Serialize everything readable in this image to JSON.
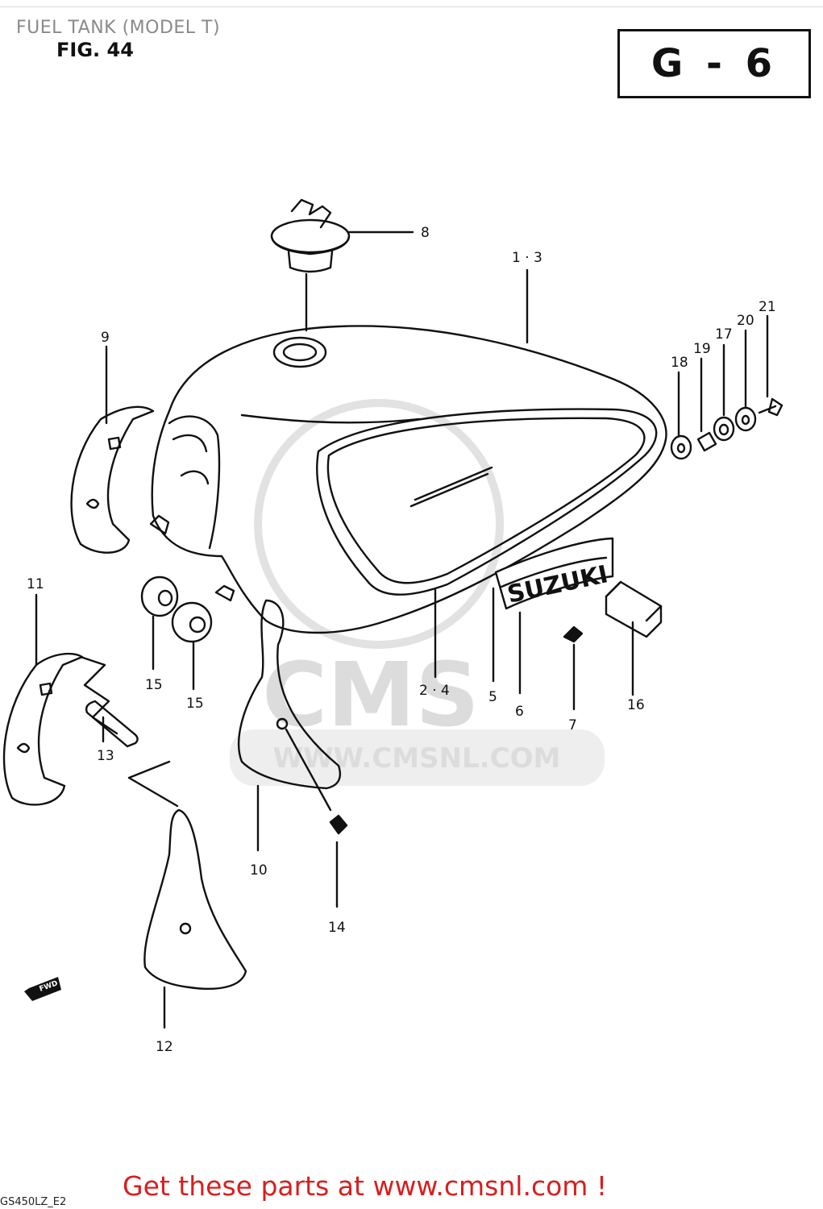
{
  "header": {
    "page_title": "FUEL TANK (MODEL T)",
    "figure_label": "FIG. 44",
    "section_code": "G - 6"
  },
  "watermark": {
    "brand": "CMS",
    "site": "WWW.CMSNL.COM"
  },
  "callouts": [
    {
      "id": "c8",
      "label": "8"
    },
    {
      "id": "c13a",
      "label": "1 · 3"
    },
    {
      "id": "c9",
      "label": "9"
    },
    {
      "id": "c18",
      "label": "18"
    },
    {
      "id": "c19",
      "label": "19"
    },
    {
      "id": "c17",
      "label": "17"
    },
    {
      "id": "c20",
      "label": "20"
    },
    {
      "id": "c21",
      "label": "21"
    },
    {
      "id": "c11",
      "label": "11"
    },
    {
      "id": "c15a",
      "label": "15"
    },
    {
      "id": "c15b",
      "label": "15"
    },
    {
      "id": "c24",
      "label": "2 · 4"
    },
    {
      "id": "c5",
      "label": "5"
    },
    {
      "id": "c6",
      "label": "6"
    },
    {
      "id": "c16",
      "label": "16"
    },
    {
      "id": "c7",
      "label": "7"
    },
    {
      "id": "c13",
      "label": "13"
    },
    {
      "id": "c10",
      "label": "10"
    },
    {
      "id": "c14",
      "label": "14"
    },
    {
      "id": "c12",
      "label": "12"
    }
  ],
  "emblem_text": "SUZUKI",
  "direction_arrow": "FWD",
  "footer": {
    "model_code": "GS450LZ_E2",
    "cta": "Get these parts at www.cmsnl.com !"
  },
  "colors": {
    "cta": "#d81e1e",
    "line": "#111111",
    "watermark": "#dcdcdc",
    "title_gray": "#8a8a8a"
  }
}
